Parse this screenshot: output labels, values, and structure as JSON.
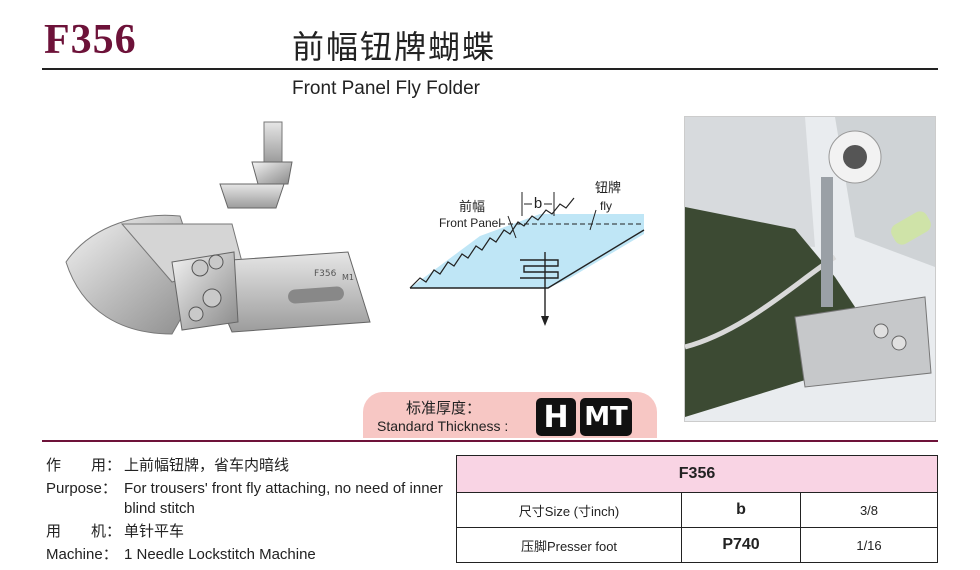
{
  "header": {
    "model": "F356",
    "title_cn": "前幅钮牌蝴蝶",
    "title_en": "Front Panel Fly Folder"
  },
  "product": {
    "plate_text": "F356",
    "plate_code": "M1"
  },
  "diagram": {
    "label_front_cn": "前幅",
    "label_front_en": "Front Panel",
    "label_fly_cn": "钮牌",
    "label_fly_en": "fly",
    "dimension": "b"
  },
  "thickness": {
    "label_cn": "标准厚度：",
    "label_en": "Standard Thickness :",
    "badges": [
      "H",
      "MT"
    ]
  },
  "description": {
    "rows": [
      {
        "label": "作　　用：",
        "text": "上前幅钮牌，省车内暗线"
      },
      {
        "label": "Purpose：",
        "text": "For trousers' front fly attaching, no need of inner blind stitch"
      },
      {
        "label": "用　　机：",
        "text": "单针平车"
      },
      {
        "label": "Machine：",
        "text": "1 Needle Lockstitch Machine"
      }
    ]
  },
  "spec_table": {
    "header": "F356",
    "rows": [
      {
        "label": "尺寸Size (寸inch)",
        "code": "b",
        "value": "3/8"
      },
      {
        "label": "压脚Presser foot",
        "code": "P740",
        "value": "1/16"
      }
    ]
  },
  "colors": {
    "brand": "#6d1239",
    "banner": "#f7c7c4",
    "table_header": "#f9d4e4",
    "fabric_blue": "#bfe6f6",
    "fabric_green": "#3c4a33"
  }
}
